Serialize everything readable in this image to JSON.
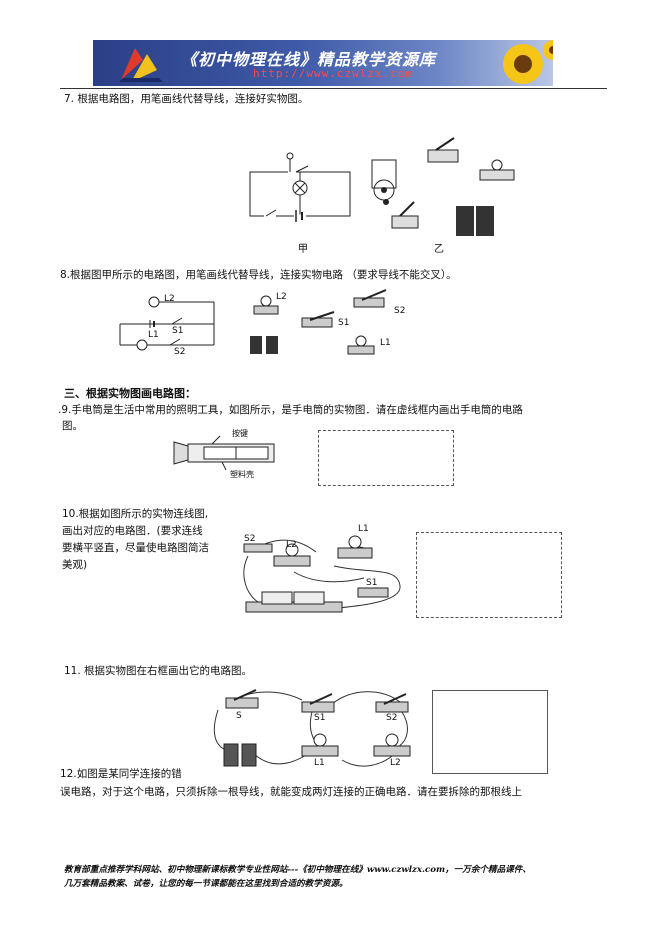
{
  "banner": {
    "title": "《初中物理在线》精品教学资源库",
    "url": "http://www.czwlzx.com"
  },
  "q7": {
    "text": "7. 根据电路图，用笔画线代替导线，连接好实物图。",
    "label_jia": "甲",
    "label_yi": "乙"
  },
  "q8": {
    "text": "8.根据图甲所示的电路图，用笔画线代替导线，连接实物电路 （要求导线不能交叉）。",
    "labels": {
      "L2": "L2",
      "L1": "L1",
      "S1": "S1",
      "S2": "S2"
    }
  },
  "section3": {
    "title": "三、根据实物图画电路图："
  },
  "q9": {
    "line1": ".9.手电筒是生活中常用的照明工具，如图所示，是手电筒的实物图．请在虚线框内画出手电筒的电路",
    "line2": "图。",
    "label_button": "按键",
    "label_shell": "塑料壳"
  },
  "q10": {
    "line1": "10.根据如图所示的实物连线图,",
    "line2": "画出对应的电路图．(要求连线",
    "line3": "要横平竖直，尽量使电路图简洁",
    "line4": "美观)",
    "labels": {
      "S2": "S2",
      "L2": "L2",
      "L1": "L1",
      "S1": "S1"
    }
  },
  "q11": {
    "text": "11. 根据实物图在右框画出它的电路图。",
    "labels": {
      "S": "S",
      "S1": "S1",
      "S2": "S2",
      "L1": "L1",
      "L2": "L2"
    }
  },
  "q12": {
    "line1": "12.如图是某同学连接的错",
    "line2": "误电路，对于这个电路，只须拆除一根导线，就能变成两灯连接的正确电路．请在要拆除的那根线上"
  },
  "footer": {
    "line1": "教育部重点推荐学科网站、初中物理新课标教学专业性网站---《初中物理在线》www.czwlzx.com，一万余个精品课件、",
    "line2": "几万套精品教案、试卷，让您的每一节课都能在这里找到合适的教学资源。"
  }
}
